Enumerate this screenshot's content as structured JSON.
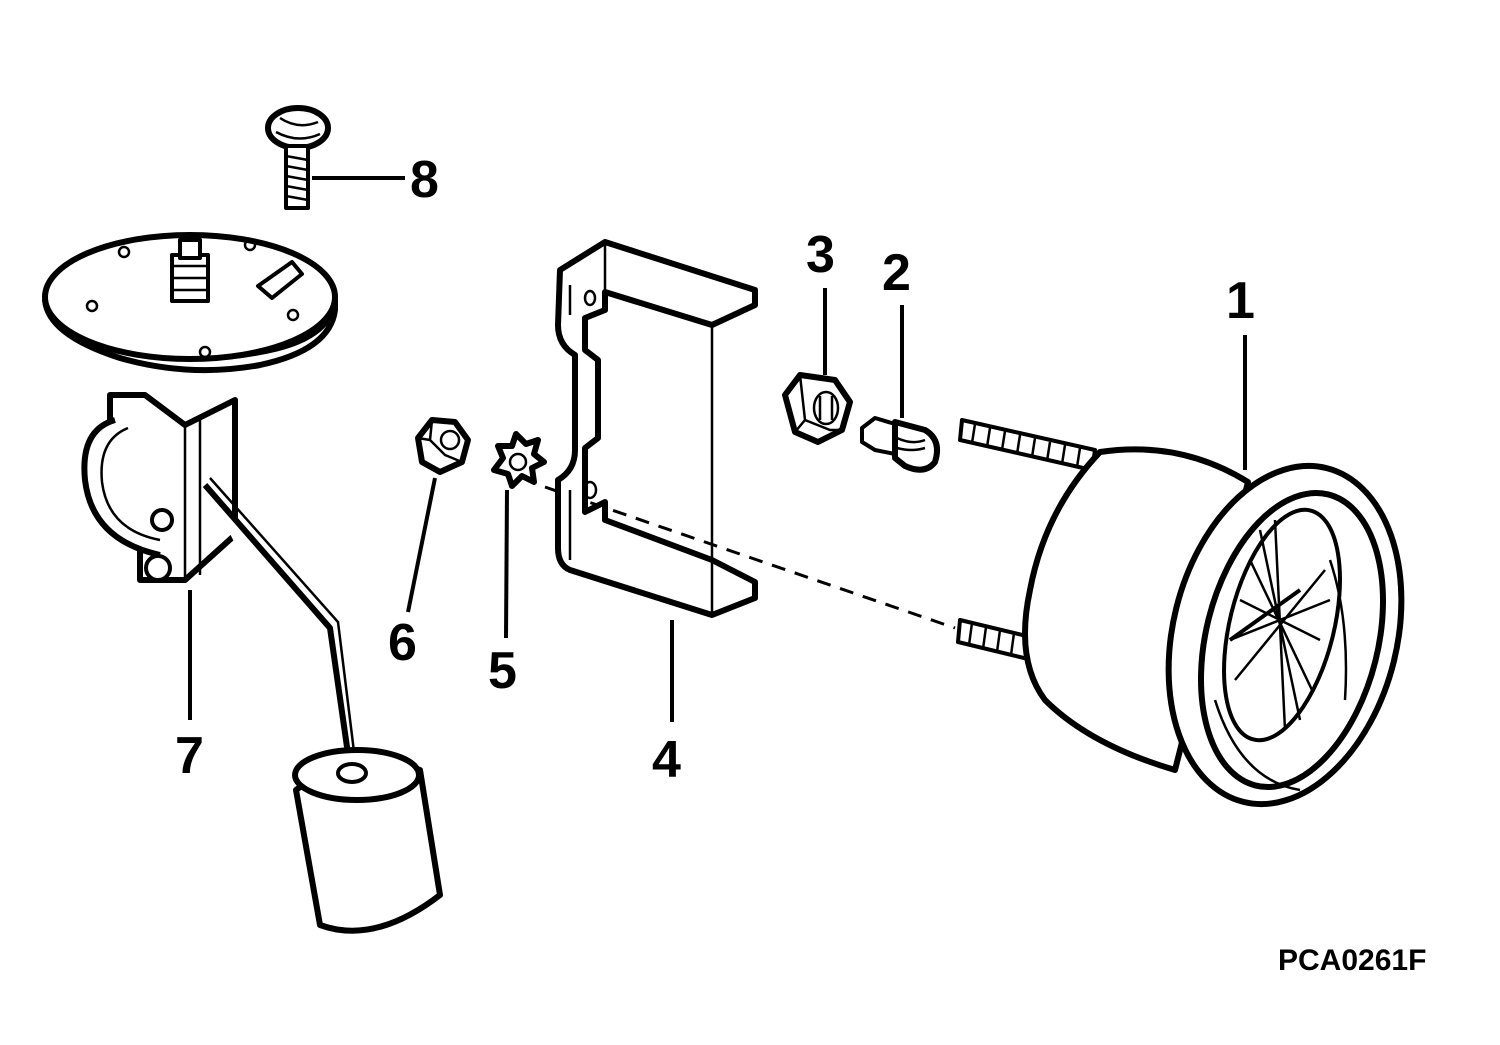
{
  "callouts": [
    "1",
    "2",
    "3",
    "4",
    "5",
    "6",
    "7",
    "8"
  ],
  "figure_code": "PCA0261F",
  "parts": {
    "p1": "fuel-gauge",
    "p2": "bulb",
    "p3": "bulb-socket",
    "p4": "mounting-bracket",
    "p5": "lock-washer",
    "p6": "nut",
    "p7": "fuel-sender-unit",
    "p8": "screw"
  }
}
